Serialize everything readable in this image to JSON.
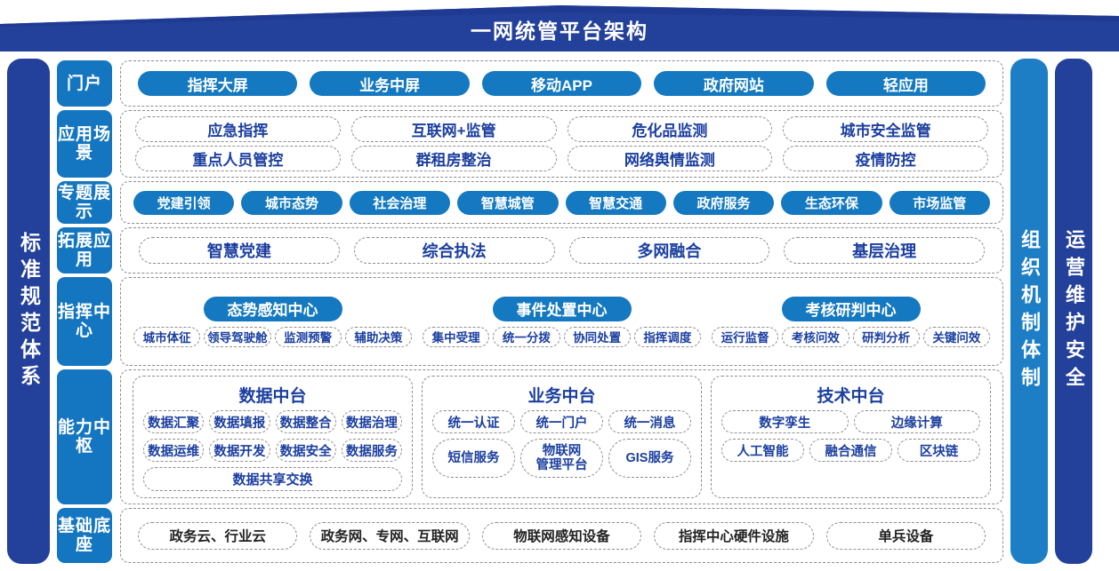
{
  "title": "一网统管平台架构",
  "side_bars": {
    "left": "标准规范体系",
    "right_inner": "组织机制体制",
    "right_outer": "运营维护安全"
  },
  "colors": {
    "dark_blue": "#23409a",
    "mid_blue": "#1476c0",
    "pill_blue": "#1479c0",
    "dashed_gray": "#8d8d8d",
    "text_blue": "#1b3fa0"
  },
  "layers": {
    "portal": {
      "label": "门户",
      "items": [
        "指挥大屏",
        "业务中屏",
        "移动APP",
        "政府网站",
        "轻应用"
      ]
    },
    "scene": {
      "label": "应用场景",
      "row1": [
        "应急指挥",
        "互联网+监管",
        "危化品监测",
        "城市安全监管"
      ],
      "row2": [
        "重点人员管控",
        "群租房整治",
        "网络舆情监测",
        "疫情防控"
      ]
    },
    "topic": {
      "label": "专题展示",
      "items": [
        "党建引领",
        "城市态势",
        "社会治理",
        "智慧城管",
        "智慧交通",
        "政府服务",
        "生态环保",
        "市场监管"
      ]
    },
    "extension": {
      "label": "拓展应用",
      "items": [
        "智慧党建",
        "综合执法",
        "多网融合",
        "基层治理"
      ]
    },
    "command": {
      "label": "指挥中心",
      "groups": [
        {
          "title": "态势感知中心",
          "items": [
            "城市体征",
            "领导驾驶舱",
            "监测预警",
            "辅助决策"
          ]
        },
        {
          "title": "事件处置中心",
          "items": [
            "集中受理",
            "统一分拨",
            "协同处置",
            "指挥调度"
          ]
        },
        {
          "title": "考核研判中心",
          "items": [
            "运行监督",
            "考核问效",
            "研判分析",
            "关键问效"
          ]
        }
      ]
    },
    "ability": {
      "label": "能力中枢",
      "platforms": {
        "data": {
          "title": "数据中台",
          "row1": [
            "数据汇聚",
            "数据填报",
            "数据整合",
            "数据治理"
          ],
          "row2": [
            "数据运维",
            "数据开发",
            "数据安全",
            "数据服务"
          ],
          "row3": [
            "数据共享交换"
          ]
        },
        "business": {
          "title": "业务中台",
          "row1": [
            "统一认证",
            "统一门户",
            "统一消息"
          ],
          "row2": [
            "短信服务",
            "物联网",
            "管理平台",
            "GIS服务"
          ]
        },
        "tech": {
          "title": "技术中台",
          "row1": [
            "数字孪生",
            "边缘计算"
          ],
          "row2": [
            "人工智能",
            "融合通信",
            "区块链"
          ]
        }
      }
    },
    "base": {
      "label": "基础底座",
      "items": [
        "政务云、行业云",
        "政务网、专网、互联网",
        "物联网感知设备",
        "指挥中心硬件设施",
        "单兵设备"
      ]
    }
  }
}
